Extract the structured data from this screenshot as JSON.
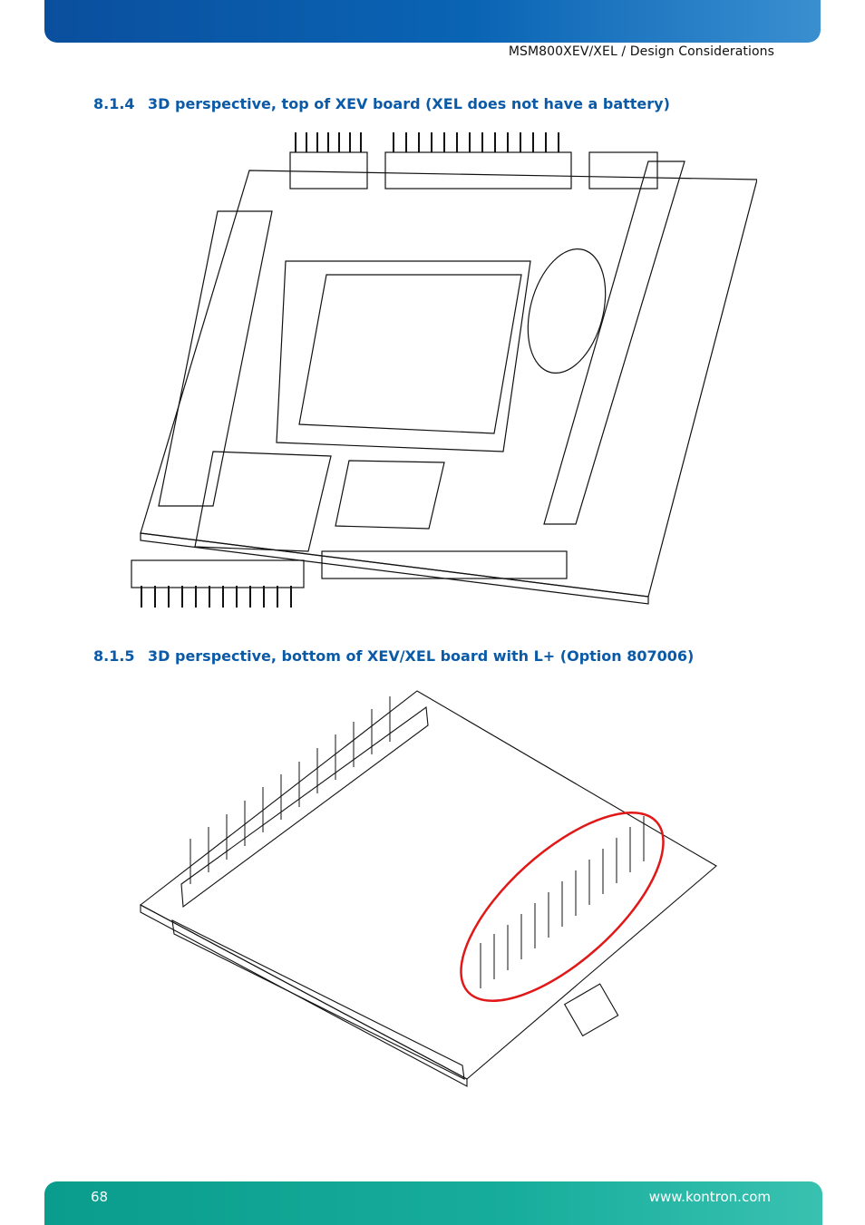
{
  "header": {
    "doc_title": "MSM800XEV/XEL / Design Considerations"
  },
  "sections": [
    {
      "number": "8.1.4",
      "title": "3D perspective, top of XEV board (XEL does not have a battery)"
    },
    {
      "number": "8.1.5",
      "title": "3D perspective, bottom of XEV/XEL board with L+ (Option 807006)"
    }
  ],
  "footer": {
    "page_number": "68",
    "website": "www.kontron.com"
  },
  "colors": {
    "header_bar": "#0a5aa8",
    "footer_bar": "#17ad9c",
    "section_title": "#0a5aa8",
    "highlight_ellipse": "#e01818"
  },
  "figures": [
    {
      "name": "board-top-view-drawing"
    },
    {
      "name": "board-bottom-view-drawing"
    }
  ]
}
